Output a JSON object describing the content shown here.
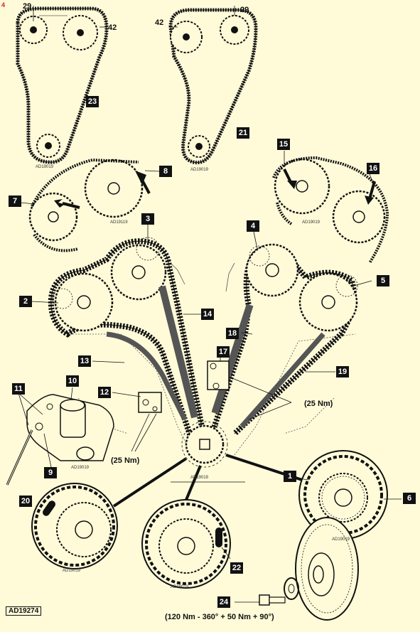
{
  "corner_mark": "4",
  "reference_label": "AD19274",
  "drawing_code": "AD19019",
  "drawing_code_alt": "AD19119",
  "torque": {
    "tensioner_bolts_left": "(25 Nm)",
    "tensioner_bolts_right": "(25 Nm)",
    "crank_bolt": "(120 Nm - 360° + 50 Nm + 90°)"
  },
  "tooth_markers": {
    "left_29": "29",
    "left_42": "42",
    "right_42": "42",
    "right_29": "29"
  },
  "callouts": [
    "1",
    "2",
    "3",
    "4",
    "5",
    "6",
    "7",
    "8",
    "9",
    "10",
    "11",
    "12",
    "13",
    "14",
    "15",
    "16",
    "17",
    "18",
    "19",
    "20",
    "21",
    "22",
    "23",
    "24"
  ],
  "colors": {
    "background": "#fffbd9",
    "ink": "#111111",
    "callout_fill": "#111111",
    "callout_text": "#ffffff"
  }
}
